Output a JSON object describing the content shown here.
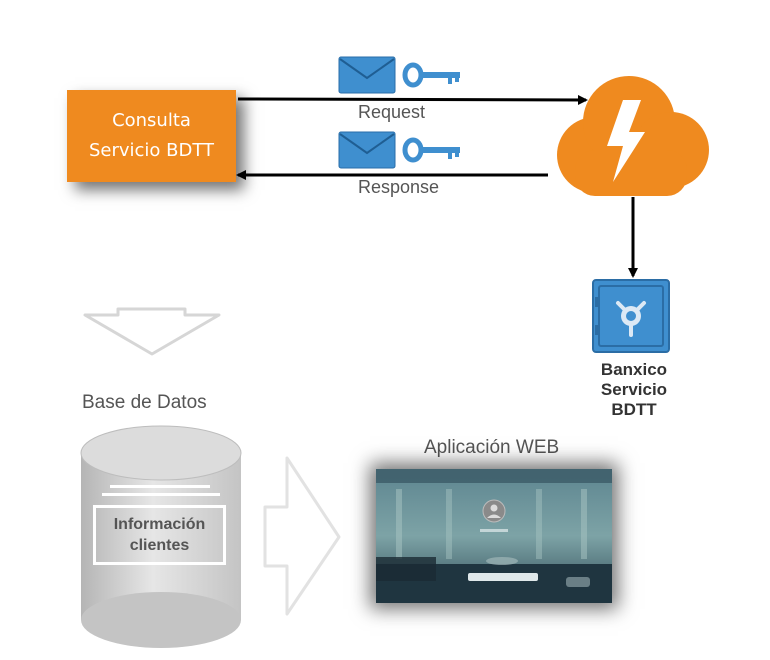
{
  "consulta": {
    "line1": "Consulta",
    "line2": "Servicio BDTT"
  },
  "flow": {
    "request": "Request",
    "response": "Response"
  },
  "banxico": {
    "line1": "Banxico",
    "line2": "Servicio",
    "line3": "BDTT"
  },
  "database": {
    "title": "Base de Datos",
    "line1": "Información",
    "line2": "clientes"
  },
  "webapp": {
    "title": "Aplicación WEB"
  },
  "colors": {
    "orange": "#ef8a1f",
    "blue": "#3f8fcf",
    "gray": "#bdbdbd"
  },
  "icons": [
    "envelope-icon",
    "key-icon",
    "cloud-icon",
    "lightning-icon",
    "safe-icon",
    "database-icon",
    "down-arrow-icon",
    "right-arrow-icon",
    "user-avatar-icon"
  ]
}
